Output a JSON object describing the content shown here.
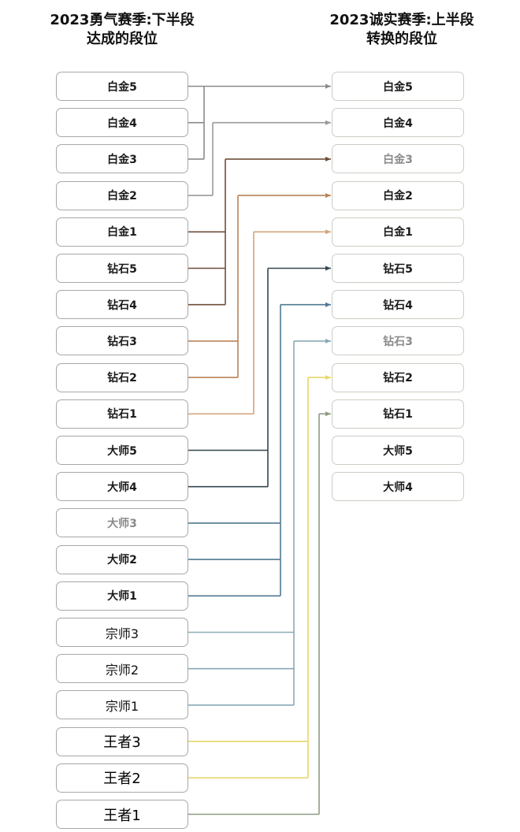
{
  "titles": {
    "left": [
      "2023勇气赛季:下半段",
      "达成的段位"
    ],
    "right": [
      "2023诚实赛季:上半段",
      "转换的段位"
    ]
  },
  "left_ranks": [
    {
      "label": "白金5"
    },
    {
      "label": "白金4"
    },
    {
      "label": "白金3"
    },
    {
      "label": "白金2"
    },
    {
      "label": "白金1"
    },
    {
      "label": "钻石5"
    },
    {
      "label": "钻石4"
    },
    {
      "label": "钻石3"
    },
    {
      "label": "钻石2"
    },
    {
      "label": "钻石1"
    },
    {
      "label": "大师5"
    },
    {
      "label": "大师4"
    },
    {
      "label": "大师3",
      "muted": true
    },
    {
      "label": "大师2"
    },
    {
      "label": "大师1"
    },
    {
      "label": "宗师3"
    },
    {
      "label": "宗师2"
    },
    {
      "label": "宗师1"
    },
    {
      "label": "王者3"
    },
    {
      "label": "王者2"
    },
    {
      "label": "王者1"
    }
  ],
  "right_ranks": [
    {
      "label": "白金5"
    },
    {
      "label": "白金4"
    },
    {
      "label": "白金3",
      "muted": true
    },
    {
      "label": "白金2"
    },
    {
      "label": "白金1"
    },
    {
      "label": "钻石5"
    },
    {
      "label": "钻石4"
    },
    {
      "label": "钻石3",
      "muted": true
    },
    {
      "label": "钻石2"
    },
    {
      "label": "钻石1"
    },
    {
      "label": "大师5"
    },
    {
      "label": "大师4"
    }
  ],
  "mappings": [
    {
      "from": [
        0,
        1,
        2
      ],
      "to": 0,
      "color": "#8a8a8a"
    },
    {
      "from": [
        3
      ],
      "to": 1,
      "color": "#9a9a9a"
    },
    {
      "from": [
        4,
        5,
        6
      ],
      "to": 2,
      "color": "#6e4e38"
    },
    {
      "from": [
        7,
        8
      ],
      "to": 3,
      "color": "#b98257"
    },
    {
      "from": [
        9
      ],
      "to": 4,
      "color": "#d2a47e"
    },
    {
      "from": [
        10,
        11
      ],
      "to": 5,
      "color": "#34474f"
    },
    {
      "from": [
        12,
        13,
        14
      ],
      "to": 6,
      "color": "#4f7890"
    },
    {
      "from": [
        15,
        16,
        17
      ],
      "to": 7,
      "color": "#8aa9b6"
    },
    {
      "from": [
        18,
        19
      ],
      "to": 8,
      "color": "#e8d66a"
    },
    {
      "from": [
        20
      ],
      "to": 9,
      "color": "#8c9c82"
    }
  ]
}
